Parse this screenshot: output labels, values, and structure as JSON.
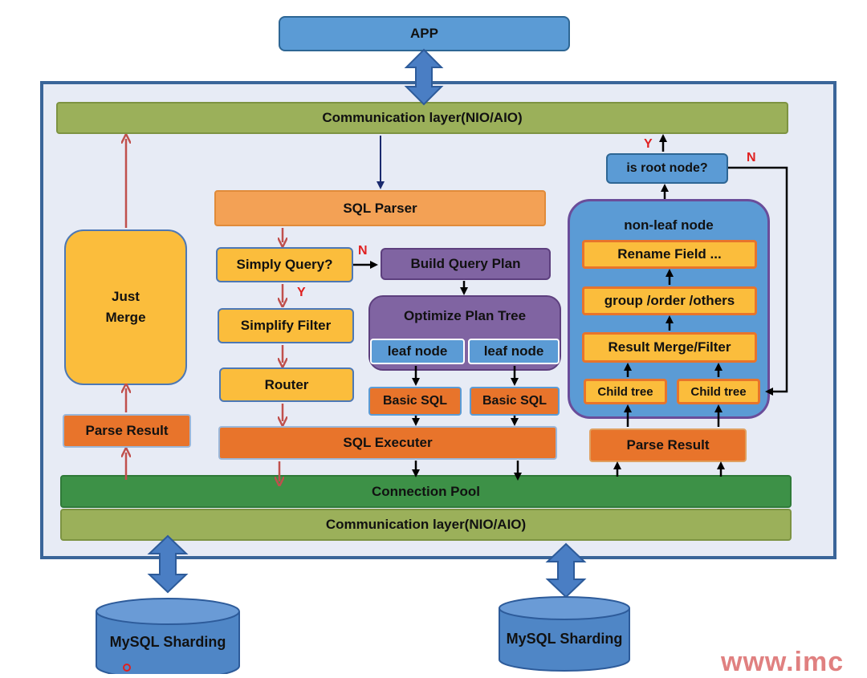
{
  "app": "APP",
  "comm_top": "Communication layer(NIO/AIO)",
  "comm_bottom": "Communication layer(NIO/AIO)",
  "connection_pool": "Connection Pool",
  "left": {
    "just_merge": "Just\nMerge",
    "parse_result": "Parse Result"
  },
  "middle": {
    "sql_parser": "SQL Parser",
    "simply_query": "Simply Query?",
    "simplify_filter": "Simplify  Filter",
    "router": "Router",
    "build_query_plan": "Build Query Plan",
    "optimize_plan_tree": "Optimize Plan Tree",
    "leaf_node_1": "leaf node",
    "leaf_node_2": "leaf node",
    "basic_sql_1": "Basic SQL",
    "basic_sql_2": "Basic SQL",
    "sql_executer": "SQL Executer",
    "label_n": "N",
    "label_y": "Y"
  },
  "right": {
    "is_root_node": "is root node?",
    "label_y": "Y",
    "label_n": "N",
    "non_leaf_node": "non-leaf node",
    "rename_field": "Rename Field ...",
    "group_order": "group /order /others",
    "result_merge_filter": "Result Merge/Filter",
    "child_tree_1": "Child tree",
    "child_tree_2": "Child tree",
    "parse_result": "Parse Result"
  },
  "databases": [
    "MySQL Sharding",
    "MySQL Sharding"
  ],
  "watermark": "www.imc",
  "colors": {
    "frame_border": "#3a6599",
    "green_layer": "#9bb05a",
    "pool": "#3d9147",
    "blue": "#5b9bd5",
    "yellow": "#fbbd3c",
    "orange": "#e8742b",
    "purple": "#8064a2",
    "red_label": "#e02020",
    "brown_arrow": "#c0504d"
  }
}
